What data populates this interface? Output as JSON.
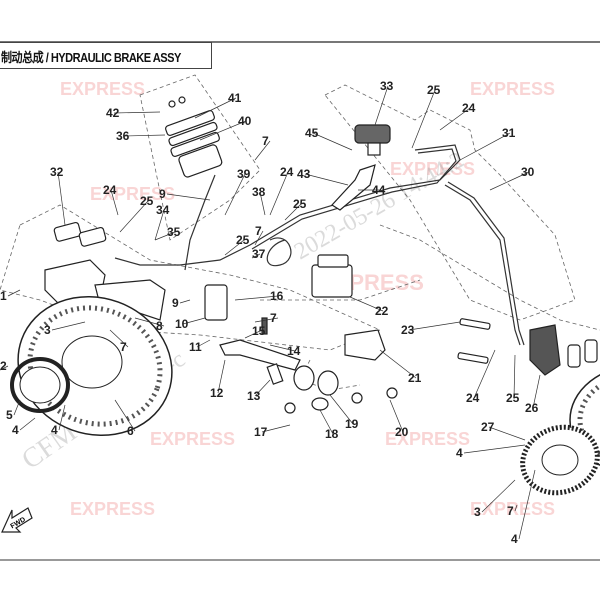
{
  "title": "制动总成 / HYDRAULIC BRAKE ASSY",
  "direction_marker": "FWD",
  "watermarks": {
    "brand": "EXPRESS",
    "brand_small": "MOTO",
    "maker": "CFMOTO",
    "code": "kf-c",
    "timestamp": "2022-05-26 14:44:2"
  },
  "colors": {
    "line": "#333333",
    "dashed": "#666666",
    "watermark": "#e88888"
  },
  "part_labels": [
    "42",
    "41",
    "36",
    "40",
    "7",
    "33",
    "25",
    "24",
    "45",
    "31",
    "43",
    "44",
    "30",
    "32",
    "24",
    "25",
    "34",
    "35",
    "9",
    "39",
    "38",
    "24",
    "25",
    "7",
    "25",
    "37",
    "16",
    "7",
    "15",
    "14",
    "9",
    "10",
    "11",
    "8",
    "3",
    "7",
    "22",
    "23",
    "12",
    "13",
    "21",
    "19",
    "18",
    "17",
    "20",
    "24",
    "25",
    "26",
    "27",
    "4",
    "3",
    "7",
    "4",
    "5",
    "4",
    "4",
    "6",
    "1",
    "2"
  ]
}
